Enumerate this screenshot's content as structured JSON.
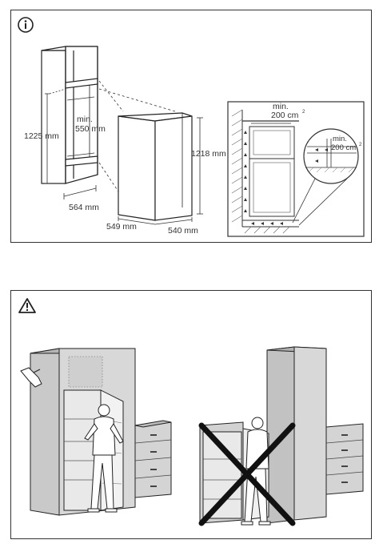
{
  "info_panel": {
    "icon": "info-icon",
    "niche": {
      "height_label": "1225 mm",
      "inner_depth_label_line1": "min.",
      "inner_depth_label_line2": "550 mm",
      "width_label": "564 mm"
    },
    "appliance": {
      "height_label": "1218 mm",
      "depth_label": "549 mm",
      "width_label": "540 mm"
    },
    "ventilation": {
      "top_label_line1": "min.",
      "top_label_line2": "200 cm",
      "detail_label_line1": "min.",
      "detail_label_line2": "200 cm",
      "superscript": "2"
    }
  },
  "warning_panel": {
    "icon": "warning-icon",
    "correct_scene": "door-opens-freely",
    "incorrect_scene": "door-blocked-by-cabinet"
  }
}
